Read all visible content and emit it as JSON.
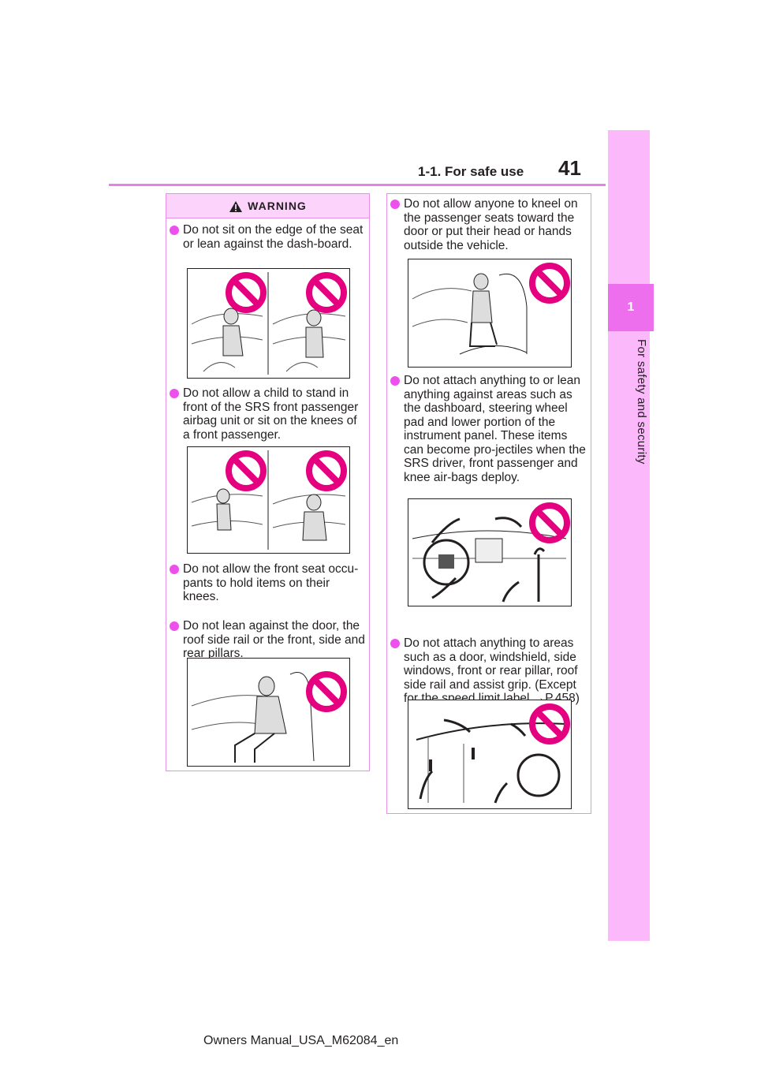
{
  "header": {
    "title": "1-1. For safe use",
    "page_number": "41"
  },
  "side_tab": {
    "chapter_number": "1",
    "chapter_title": "For safety and security"
  },
  "warning": {
    "label": "WARNING"
  },
  "left_items": [
    "Do not sit on the edge of the seat or lean against the dash-board.",
    "Do not allow a child to stand in front of the SRS front passenger airbag unit or sit on the knees of a front passenger.",
    "Do not allow the front seat occu-pants to hold items on their knees.",
    "Do not lean against the door, the roof side rail or the front, side and rear pillars."
  ],
  "right_items": [
    "Do not allow anyone to kneel on the passenger seats toward the door or put their head or hands outside the vehicle.",
    "Do not attach anything to or lean anything against areas such as the dashboard, steering wheel pad and lower portion of the instrument panel. These items can become pro-jectiles when the SRS driver, front passenger and knee air-bags deploy.",
    "Do not attach anything to areas such as a door, windshield, side windows, front or rear pillar, roof side rail and assist grip. (Except for the speed limit label →P.458)"
  ],
  "footer": "Owners Manual_USA_M62084_en",
  "colors": {
    "accent": "#e681e6",
    "tab": "#fbb8fb",
    "tab_dark": "#ee6fee",
    "prohibit": "#e5007f",
    "bullet": "#ee50ee"
  }
}
